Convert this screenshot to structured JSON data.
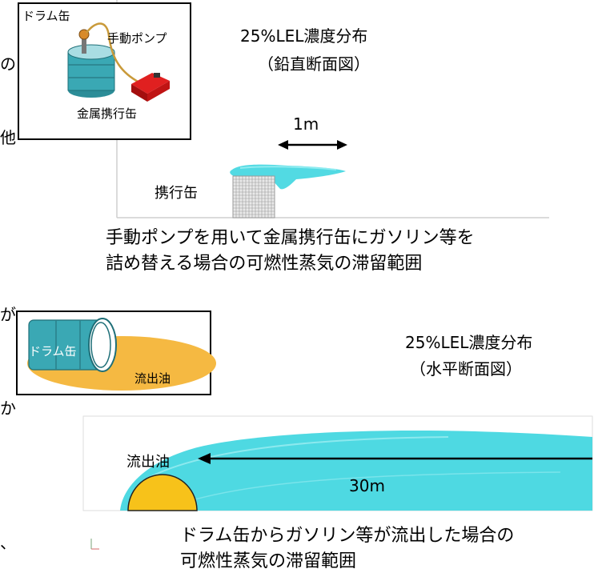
{
  "top": {
    "inset": {
      "drum_label": "ドラム缶",
      "pump_label": "手動ポンプ",
      "can_label": "金属携行缶"
    },
    "title_line1": "25%LEL濃度分布",
    "title_line2": "（鉛直断面図）",
    "scale_label": "1m",
    "object_label": "携行缶",
    "caption_line1": "手動ポンプを用いて金属携行缶にガソリン等を",
    "caption_line2": "詰め替える場合の可燃性蒸気の滞留範囲"
  },
  "bottom": {
    "inset": {
      "drum_label": "ドラム缶",
      "oil_label": "流出油"
    },
    "title_line1": "25%LEL濃度分布",
    "title_line2": "（水平断面図）",
    "distance_label": "30m",
    "object_label": "流出油",
    "caption_line1": "ドラム缶からガソリン等が流出した場合の",
    "caption_line2": "可燃性蒸気の滞留範囲"
  },
  "left_margin_fragments": [
    "の",
    "他",
    "が",
    "か",
    "、"
  ],
  "colors": {
    "vapor": "#3fd6e0",
    "drum": "#3aa8b4",
    "oil_ellipse": "#f5b942",
    "spill": "#f7c21a",
    "can_red": "#d91a1a",
    "frame": "#000000",
    "axis_gray": "#cfcfcf"
  }
}
